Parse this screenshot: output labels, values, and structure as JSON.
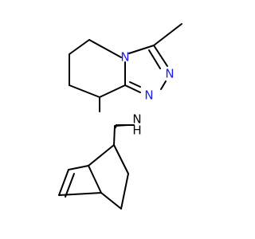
{
  "molecule": {
    "atoms": [
      {
        "id": "N1",
        "label": "N",
        "color": "#1c1ce6"
      },
      {
        "id": "N2",
        "label": "N",
        "color": "#1c1ce6"
      },
      {
        "id": "N3",
        "label": "N",
        "color": "#1c1ce6"
      },
      {
        "id": "NH",
        "label": "N",
        "sub": "H",
        "color": "#000000"
      }
    ],
    "colors": {
      "bond": "#000000",
      "nitrogen": "#1c1ce6",
      "background": "#ffffff"
    }
  }
}
